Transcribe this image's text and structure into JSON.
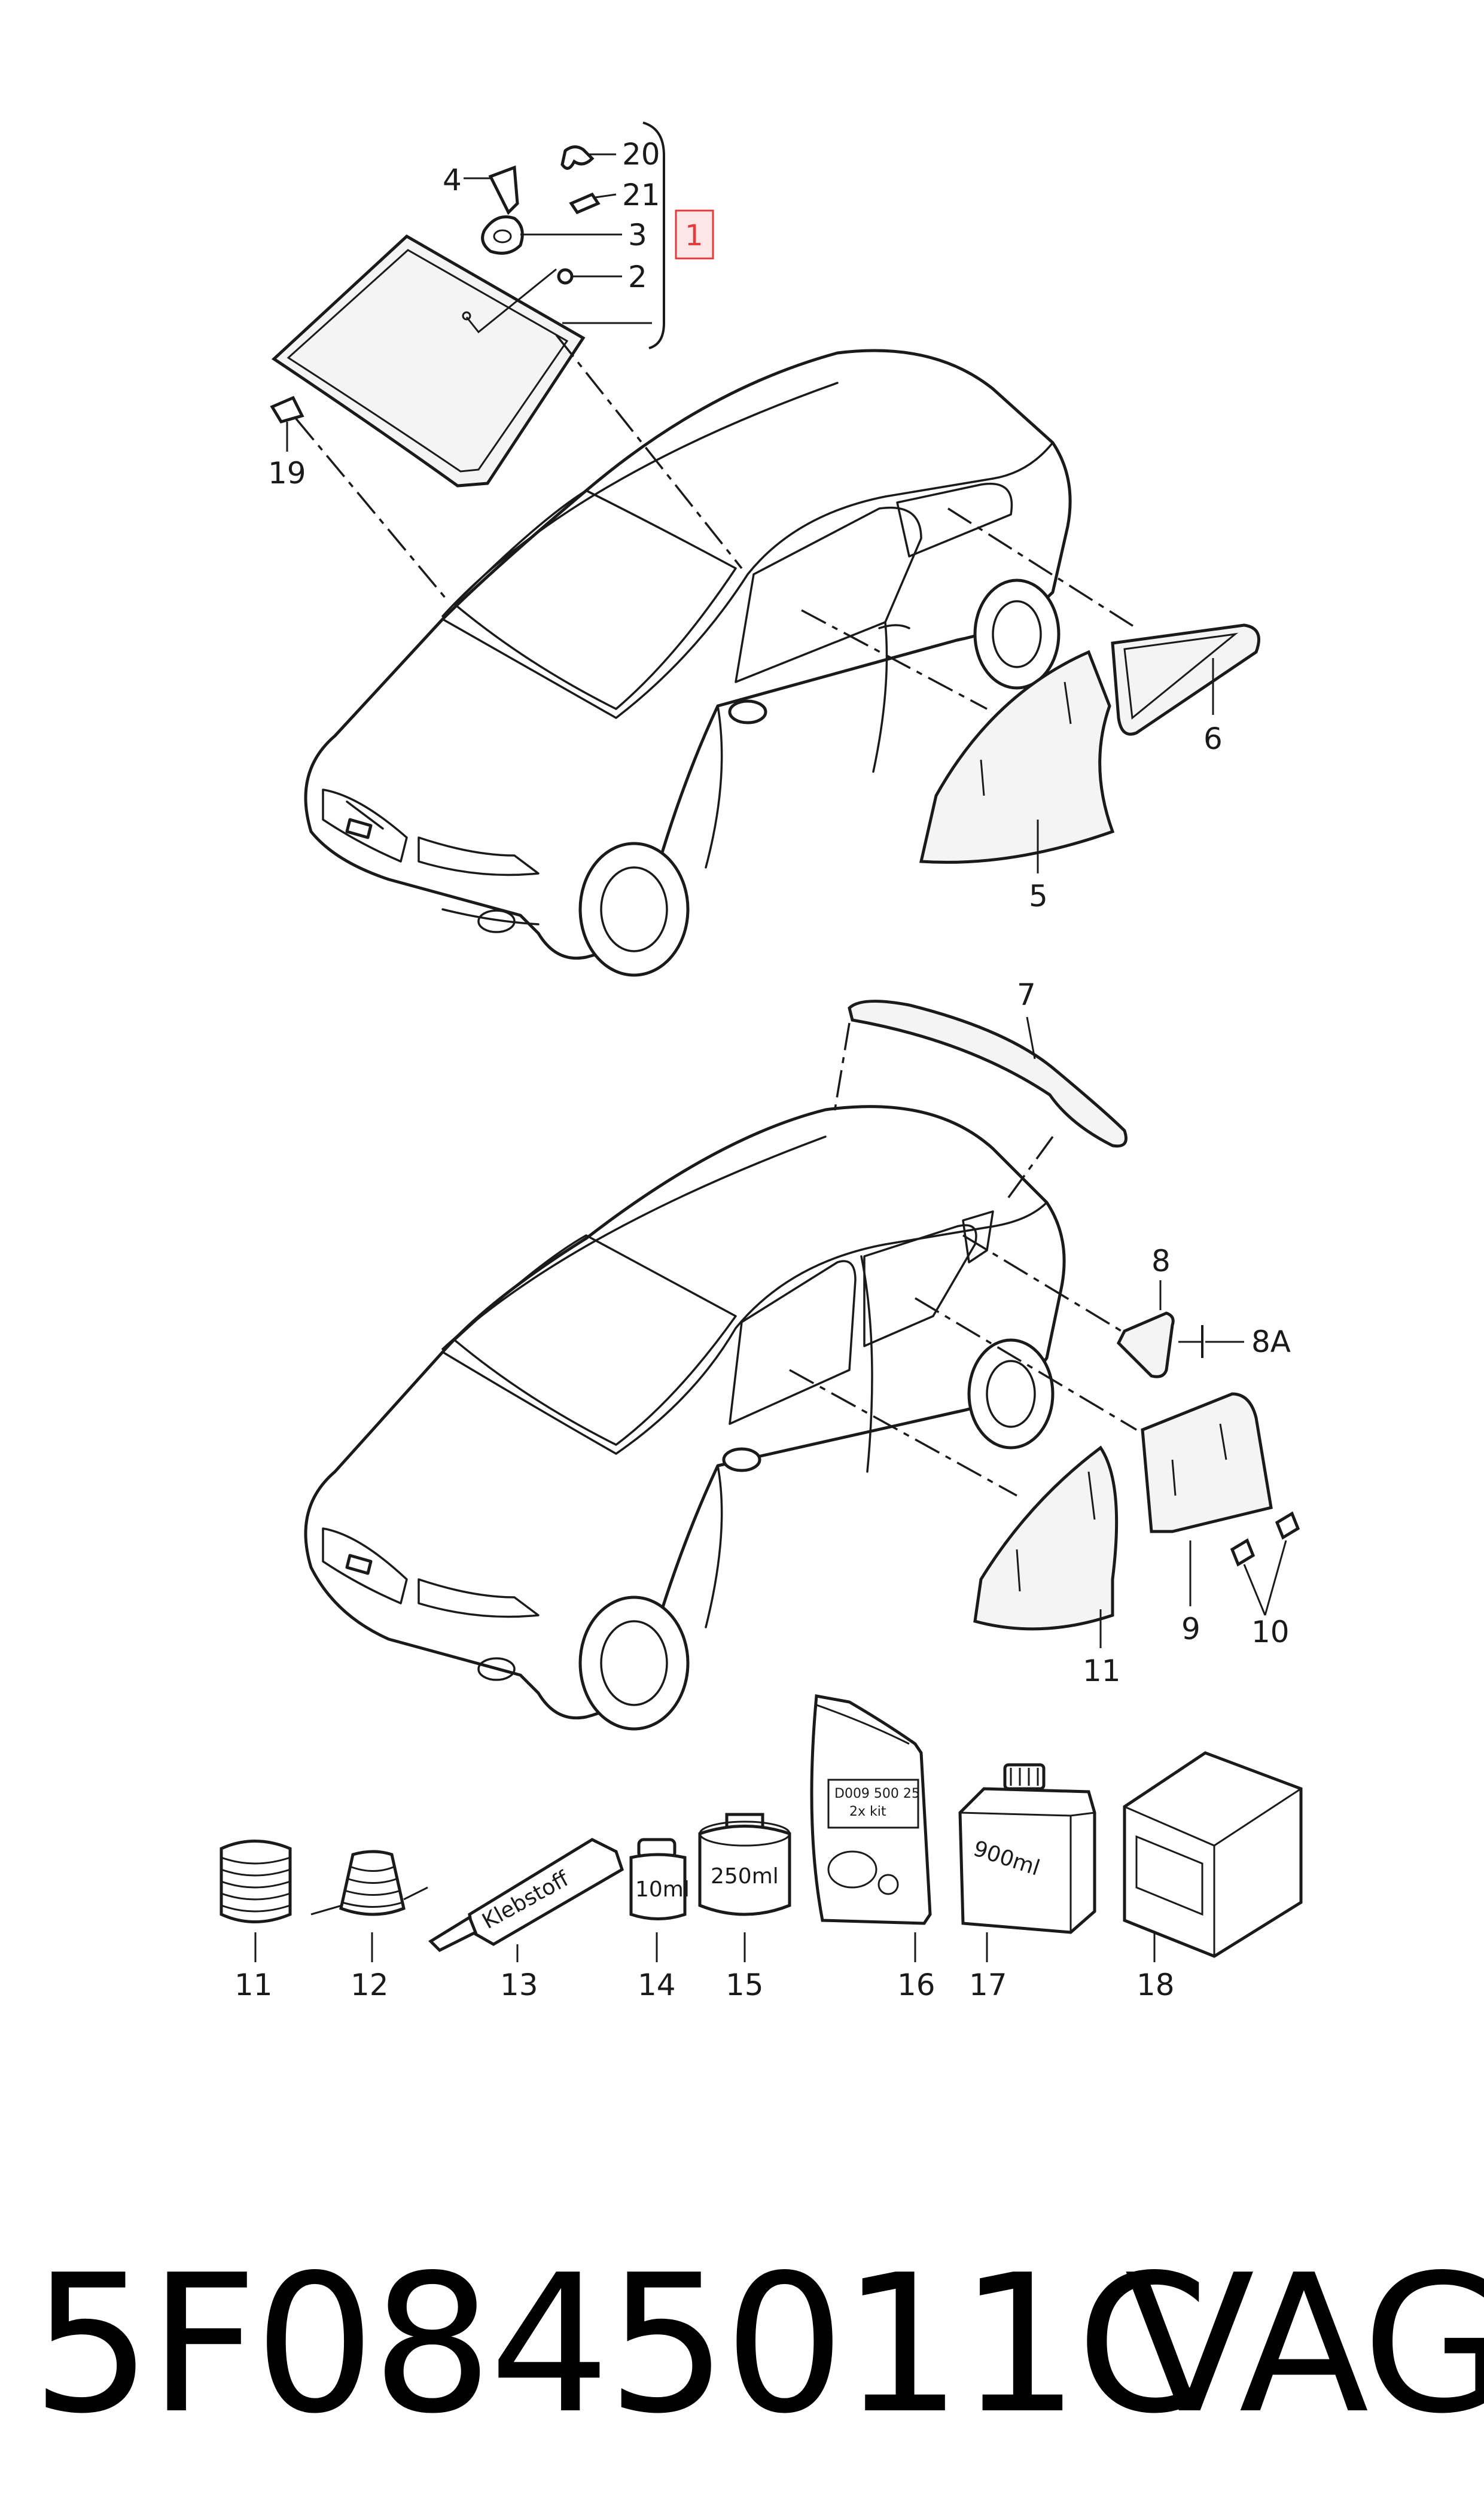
{
  "diagram": {
    "callouts": [
      {
        "id": "c1",
        "label": "1"
      },
      {
        "id": "c2",
        "label": "2"
      },
      {
        "id": "c3",
        "label": "3"
      },
      {
        "id": "c4",
        "label": "4"
      },
      {
        "id": "c5",
        "label": "5"
      },
      {
        "id": "c6",
        "label": "6"
      },
      {
        "id": "c7",
        "label": "7"
      },
      {
        "id": "c8",
        "label": "8"
      },
      {
        "id": "c8a",
        "label": "8A"
      },
      {
        "id": "c9",
        "label": "9"
      },
      {
        "id": "c10",
        "label": "10"
      },
      {
        "id": "c11",
        "label": "11"
      },
      {
        "id": "c12",
        "label": "12"
      },
      {
        "id": "c13",
        "label": "13"
      },
      {
        "id": "c14",
        "label": "14"
      },
      {
        "id": "c15",
        "label": "15"
      },
      {
        "id": "c16",
        "label": "16"
      },
      {
        "id": "c17",
        "label": "17"
      },
      {
        "id": "c18",
        "label": "18"
      },
      {
        "id": "c19",
        "label": "19"
      },
      {
        "id": "c20",
        "label": "20"
      },
      {
        "id": "c21",
        "label": "21"
      },
      {
        "id": "c22",
        "label": "22"
      }
    ],
    "package_labels": {
      "tube": "Klebstoff",
      "small_bottle": "10ml",
      "can": "250ml",
      "bag_line1": "D009 500 25",
      "bag_line2": "2x kit",
      "bottle": "900ml"
    },
    "highlight_color": "#e23b3b"
  },
  "footer": {
    "part_number": "5F0845011C",
    "brand": "VAG"
  }
}
